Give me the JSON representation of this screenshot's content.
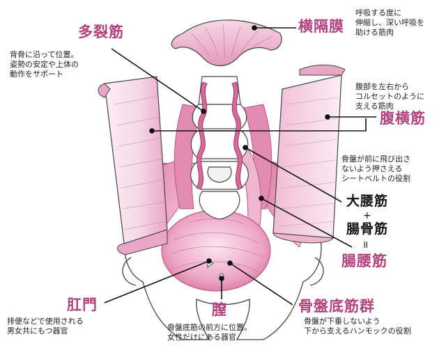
{
  "labels": {
    "multifidus": "多裂筋",
    "multifidus_desc": "背骨に沿って位置。\n姿勢の安定や上体の\n動作をサポート",
    "diaphragm": "横隔膜",
    "diaphragm_desc": "呼吸する度に\n伸縮し、深い呼吸を\n助ける筋肉",
    "transversus": "腹横筋",
    "transversus_desc": "腹部を左右から\nコルセットのように\n支える筋肉",
    "psoas_desc": "骨盤が前に飛び出さ\nないよう押さえる\nシートベルトの役割",
    "psoas_major": "大腰筋",
    "plus": "+",
    "iliacus": "腸骨筋",
    "equals": "॥",
    "iliopsoas": "腸腰筋",
    "anus": "肛門",
    "anus_desc": "排便などで使用される\n男女共にもつ器官",
    "vagina": "膣",
    "vagina_desc": "骨盤底筋の前方に位置。\n女性だけにある器官",
    "pelvic_floor": "骨盤底筋群",
    "pelvic_floor_desc": "骨盤が下垂しないよう\n下から支えるハンモックの役割"
  },
  "colors": {
    "accent_label": "#b2427f",
    "muscle_light": "#f5d3e3",
    "muscle_mid": "#e89bc0",
    "muscle_dark": "#d06897",
    "outline": "#444444"
  }
}
